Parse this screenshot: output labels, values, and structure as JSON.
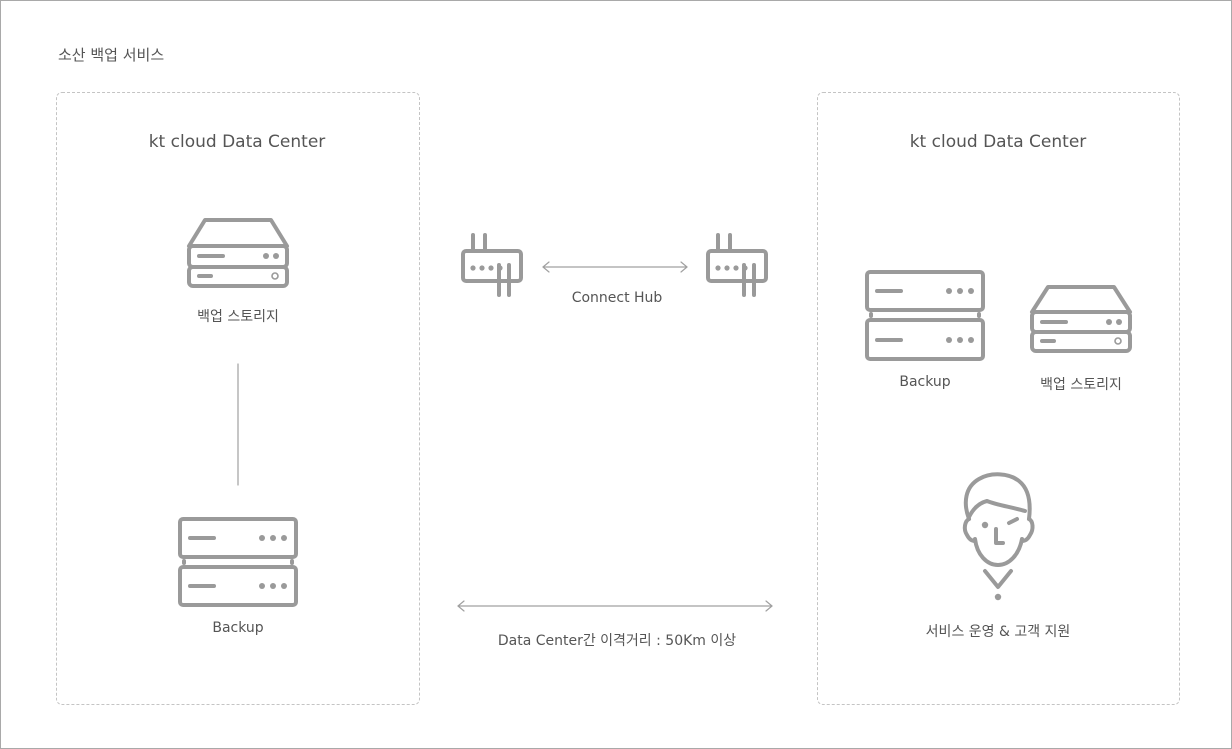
{
  "title": "소산 백업 서비스",
  "left_dc": {
    "title": "kt cloud Data Center",
    "storage_label": "백업 스토리지",
    "backup_label": "Backup"
  },
  "right_dc": {
    "title": "kt cloud Data Center",
    "backup_label": "Backup",
    "storage_label": "백업 스토리지",
    "support_label": "서비스 운영 & 고객 지원"
  },
  "hub_label": "Connect Hub",
  "distance_label": "Data Center간 이격거리 : 50Km 이상",
  "icons": {
    "storage": "storage-server-icon",
    "backup": "stacked-server-icon",
    "hub": "network-hub-icon",
    "person": "support-person-icon"
  },
  "colors": {
    "icon": "#9a9a9a",
    "text": "#555555",
    "dashed_border": "#c4c4c4"
  }
}
